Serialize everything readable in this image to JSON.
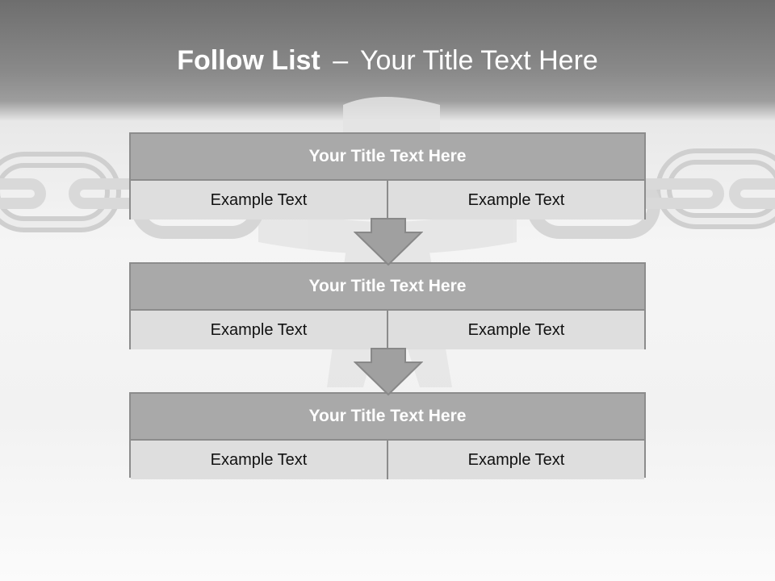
{
  "title": {
    "bold": "Follow List",
    "separator": "–",
    "rest": "Your Title Text Here"
  },
  "blocks": [
    {
      "heading": "Your Title Text Here",
      "left": "Example Text",
      "right": "Example Text"
    },
    {
      "heading": "Your Title Text Here",
      "left": "Example Text",
      "right": "Example Text"
    },
    {
      "heading": "Your Title Text Here",
      "left": "Example Text",
      "right": "Example Text"
    }
  ],
  "colors": {
    "header_fill": "#a9a9a9",
    "cell_fill": "#dedede",
    "border": "#8c8c8c",
    "arrow_fill": "#a0a0a0"
  },
  "icons": [
    "chain-link-icon",
    "down-arrow-icon"
  ]
}
